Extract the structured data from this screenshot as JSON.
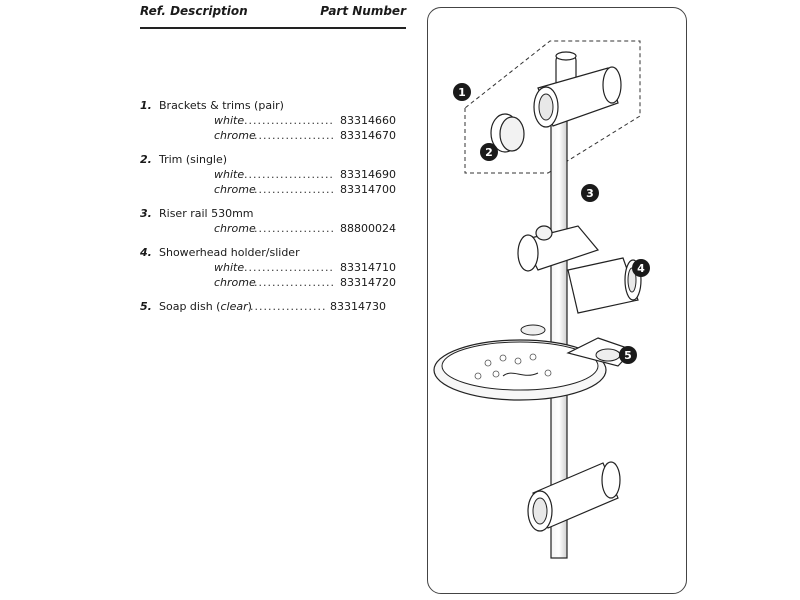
{
  "header": {
    "ref_description": "Ref. Description",
    "part_number": "Part Number"
  },
  "parts": [
    {
      "ref": "1.",
      "desc": "Brackets & trims (pair)",
      "variants": [
        {
          "name": "white",
          "code": "83314660"
        },
        {
          "name": "chrome",
          "code": "83314670"
        }
      ]
    },
    {
      "ref": "2.",
      "desc": "Trim (single)",
      "variants": [
        {
          "name": "white",
          "code": "83314690"
        },
        {
          "name": "chrome",
          "code": "83314700"
        }
      ]
    },
    {
      "ref": "3.",
      "desc": "Riser rail 530mm",
      "variants": [
        {
          "name": "chrome",
          "code": "88800024"
        }
      ]
    },
    {
      "ref": "4.",
      "desc": "Showerhead holder/slider",
      "variants": [
        {
          "name": "white",
          "code": "83314710"
        },
        {
          "name": "chrome",
          "code": "83314720"
        }
      ]
    },
    {
      "ref": "5.",
      "desc_main": "Soap dish (",
      "desc_italic": "clear",
      "desc_end": ")",
      "code": "83314730"
    }
  ],
  "diagram": {
    "callouts": [
      "1",
      "2",
      "3",
      "4",
      "5"
    ]
  }
}
